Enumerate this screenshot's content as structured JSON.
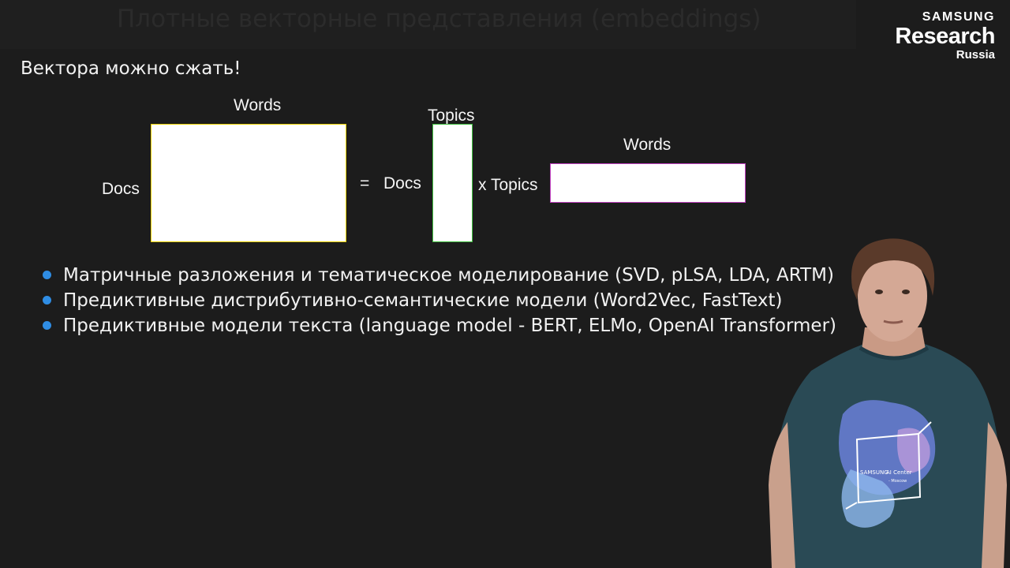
{
  "header": {
    "title": "Плотные векторные представления (embeddings)",
    "logo": {
      "line1": "SAMSUNG",
      "line2": "Research",
      "line3": "Russia"
    }
  },
  "subtitle": "Вектора можно сжать!",
  "diagram": {
    "words_label_1": "Words",
    "docs_label_1": "Docs",
    "equals": "=",
    "docs_label_2": "Docs",
    "topics_label_1": "Topics",
    "times_topics": "x Topics",
    "words_label_2": "Words"
  },
  "bullets": [
    "Матричные разложения и тематическое моделирование (SVD, pLSA, LDA, ARTM)",
    "Предиктивные дистрибутивно-семантические модели (Word2Vec, FastText)",
    "Предиктивные модели текста (language model - BERT, ELMo, OpenAI Transformer)"
  ],
  "colors": {
    "background": "#1c1c1c",
    "bullet": "#2f8de4",
    "matrix_border_1": "#e8d000",
    "matrix_border_2": "#3fbf3f",
    "matrix_border_3": "#c040c0"
  },
  "presenter": {
    "shirt_text_1": "SAMSUNG",
    "shirt_text_2": "AI Center",
    "shirt_text_3": "- Moscow"
  }
}
